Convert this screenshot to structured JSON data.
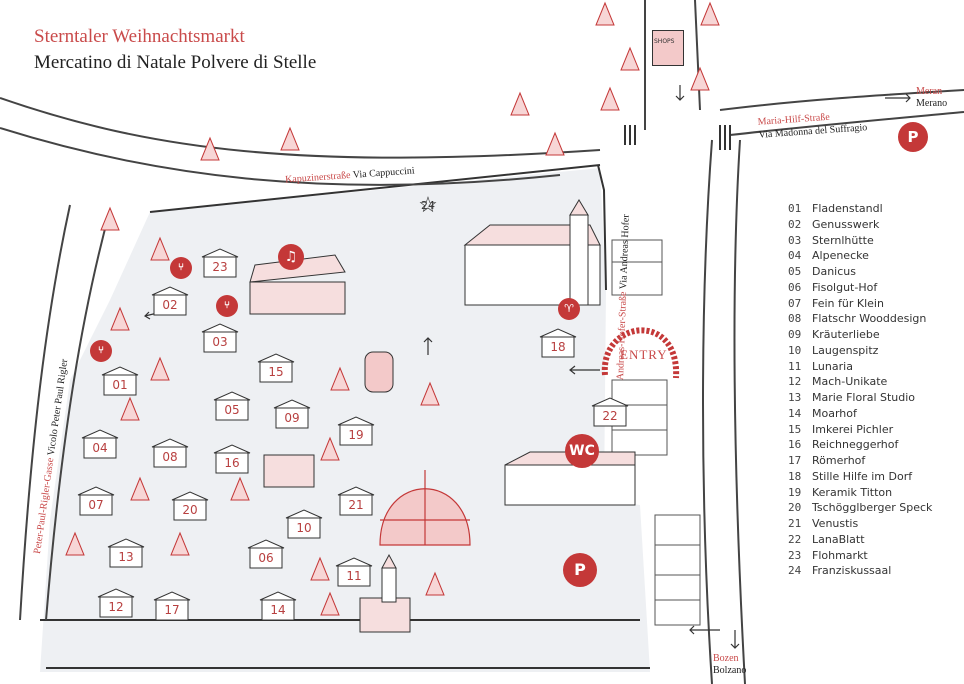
{
  "title": {
    "de": "Sterntaler Weihnachtsmarkt",
    "it": "Mercatino di Natale Polvere di Stelle"
  },
  "streets": {
    "kapuziner_de": "Kapuzinerstraße",
    "kapuziner_it": "Via Cappuccini",
    "mariahilf_de": "Maria-Hilf-Straße",
    "mariahilf_it": "Via Madonna del Suffragio",
    "hofer_de": "Andreas-Hofer-Straße",
    "hofer_it": "Via Andreas Hofer",
    "rigler_de": "Peter-Paul-Rigler-Gasse",
    "rigler_it": "Vicolo Peter Paul Rigler"
  },
  "directions": {
    "meran_de": "Meran",
    "meran_it": "Merano",
    "bozen_de": "Bozen",
    "bozen_it": "Bolzano"
  },
  "labels": {
    "entry": "ENTRY",
    "wc": "WC",
    "parking": "P",
    "shops": "SHOPS",
    "star": "24"
  },
  "huts": [
    "01",
    "02",
    "03",
    "04",
    "05",
    "06",
    "07",
    "08",
    "09",
    "10",
    "11",
    "12",
    "13",
    "14",
    "15",
    "16",
    "17",
    "18",
    "19",
    "20",
    "21",
    "22",
    "23"
  ],
  "legend": [
    {
      "num": "01",
      "name": "Fladenstandl"
    },
    {
      "num": "02",
      "name": "Genusswerk"
    },
    {
      "num": "03",
      "name": "Sternlhütte"
    },
    {
      "num": "04",
      "name": "Alpenecke"
    },
    {
      "num": "05",
      "name": "Danicus"
    },
    {
      "num": "06",
      "name": "Fisolgut-Hof"
    },
    {
      "num": "07",
      "name": "Fein für Klein"
    },
    {
      "num": "08",
      "name": "Flatschr Wooddesign"
    },
    {
      "num": "09",
      "name": "Kräuterliebe"
    },
    {
      "num": "10",
      "name": "Laugenspitz"
    },
    {
      "num": "11",
      "name": "Lunaria"
    },
    {
      "num": "12",
      "name": "Mach-Unikate"
    },
    {
      "num": "13",
      "name": "Marie Floral Studio"
    },
    {
      "num": "14",
      "name": "Moarhof"
    },
    {
      "num": "15",
      "name": "Imkerei Pichler"
    },
    {
      "num": "16",
      "name": "Reichneggerhof"
    },
    {
      "num": "17",
      "name": "Römerhof"
    },
    {
      "num": "18",
      "name": "Stille Hilfe im Dorf"
    },
    {
      "num": "19",
      "name": "Keramik Titton"
    },
    {
      "num": "20",
      "name": "Tschögglberger Speck"
    },
    {
      "num": "21",
      "name": "Venustis"
    },
    {
      "num": "22",
      "name": "LanaBlatt"
    },
    {
      "num": "23",
      "name": "Flohmarkt"
    },
    {
      "num": "24",
      "name": "Franziskussaal"
    }
  ],
  "colors": {
    "accent": "#c43838",
    "ink": "#333333",
    "ground": "#eef0f3"
  }
}
